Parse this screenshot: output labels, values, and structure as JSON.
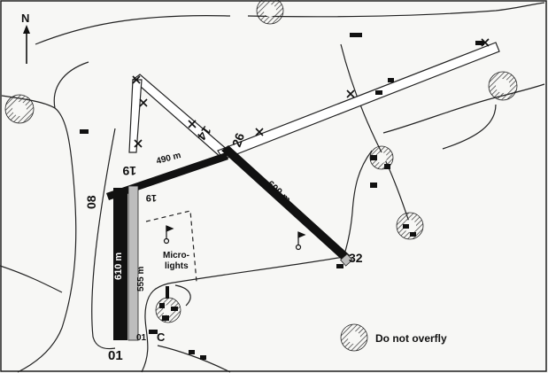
{
  "map": {
    "north": "N",
    "runway_numbers": {
      "r01_main": "01",
      "r01_small": "01",
      "r19_upper": "19",
      "r19_lower": "19",
      "r08": "08",
      "r26": "26",
      "r14": "14",
      "r32": "32"
    },
    "lengths": {
      "r1": "490 m",
      "r2": "600 m",
      "r3": "610 m",
      "r4": "555 m"
    },
    "area_labels": {
      "microlights_1": "Micro-",
      "microlights_2": "lights",
      "c": "C"
    },
    "legend": {
      "do_not_overfly": "Do not overfly"
    },
    "icons": [
      "north-arrow-icon",
      "windsock-icon",
      "hatched-circle-icon",
      "closed-runway-x-icon"
    ],
    "colors": {
      "runway_dark": "#111111",
      "runway_light": "#bdbdbd",
      "line": "#222222",
      "hatch": "#333333"
    }
  }
}
